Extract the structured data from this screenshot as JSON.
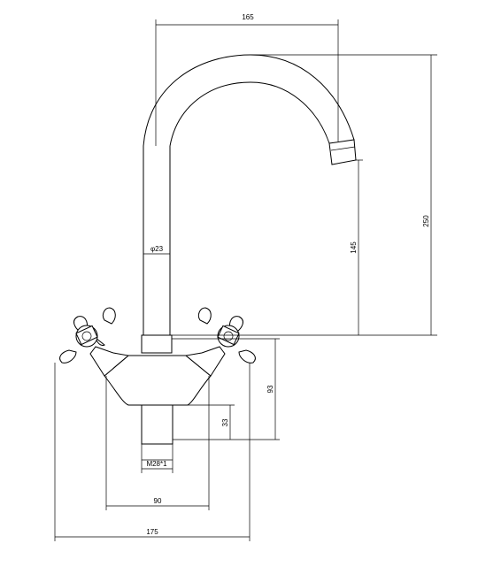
{
  "dimensions": {
    "spout_reach": "165",
    "total_height": "250",
    "spout_height": "145",
    "tube_diameter": "φ23",
    "body_height": "93",
    "shank_length": "33",
    "thread": "M28*1",
    "body_width": "90",
    "handle_span": "175"
  }
}
